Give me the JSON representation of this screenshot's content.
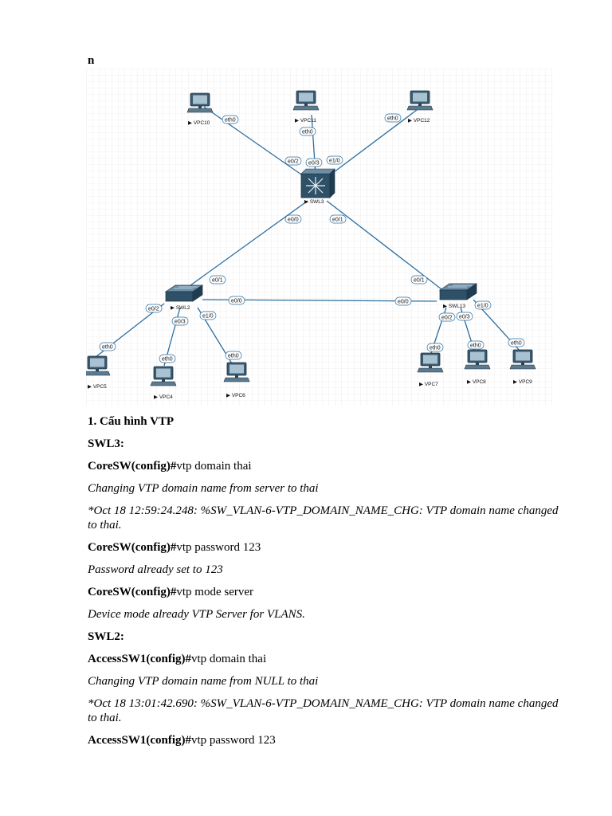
{
  "page": {
    "heading": "n"
  },
  "diagram": {
    "nodes": {
      "swl3": "SWL3",
      "swl2": "SWL2",
      "swl13": "SWL13",
      "vpc10": "VPC10",
      "vpc11": "VPC11",
      "vpc12": "VPC12",
      "vpc5": "VPC5",
      "vpc4": "VPC4",
      "vpc6": "VPC6",
      "vpc7": "VPC7",
      "vpc8": "VPC8",
      "vpc9": "VPC9"
    },
    "ports": {
      "vpc10_eth": "eth0",
      "vpc11_eth": "eth0",
      "vpc12_eth": "eth0",
      "swl3_e02": "e0/2",
      "swl3_e03": "e0/3",
      "swl3_e10": "e1/0",
      "swl3_e00": "e0/0",
      "swl3_e01": "e0/1",
      "swl2_e01": "e0/1",
      "swl2_e00": "e0/0",
      "swl2_e02": "e0/2",
      "swl2_e03": "e0/3",
      "swl2_e10": "e1/0",
      "swl13_e01": "e0/1",
      "swl13_e00": "e0/0",
      "swl13_e02": "e0/2",
      "swl13_e03": "e0/3",
      "swl13_e10": "e1/0",
      "vpc5_eth": "eth0",
      "vpc4_eth": "eth0",
      "vpc6_eth": "eth0",
      "vpc7_eth": "eth0",
      "vpc8_eth": "eth0",
      "vpc9_eth": "eth0"
    }
  },
  "content": {
    "section_title": "1. Cấu hình VTP",
    "swl3_heading": "SWL3:",
    "line1_prompt": "CoreSW(config)#",
    "line1_cmd": "vtp domain thai",
    "line1_out": "Changing VTP domain name from server to thai",
    "line2_log": "*Oct 18 12:59:24.248: %SW_VLAN-6-VTP_DOMAIN_NAME_CHG: VTP domain name changed to thai.",
    "line3_prompt": "CoreSW(config)#",
    "line3_cmd": "vtp password 123",
    "line3_out": "Password already set to 123",
    "line4_prompt": "CoreSW(config)#",
    "line4_cmd": "vtp mode server",
    "line4_out": "Device mode already VTP Server for VLANS.",
    "swl2_heading": "SWL2:",
    "line5_prompt": "AccessSW1(config)#",
    "line5_cmd": "vtp domain thai",
    "line5_out": "Changing VTP domain name from NULL to thai",
    "line6_log": "*Oct 18 13:01:42.690: %SW_VLAN-6-VTP_DOMAIN_NAME_CHG: VTP domain name changed to thai.",
    "line7_prompt": "AccessSW1(config)#",
    "line7_cmd": "vtp password 123"
  }
}
